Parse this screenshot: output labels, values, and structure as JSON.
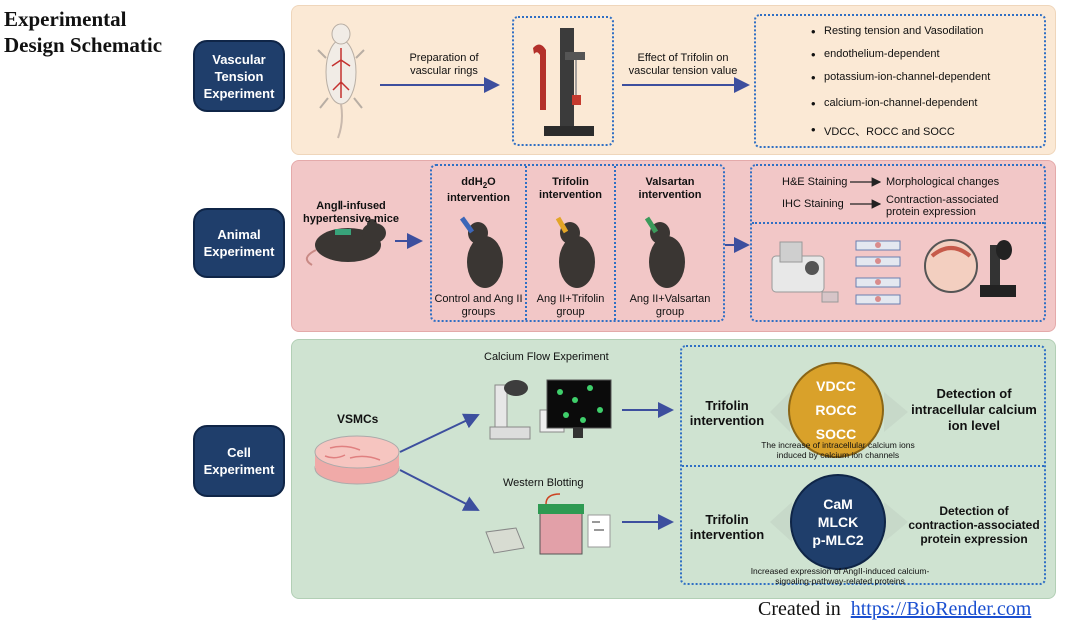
{
  "title": {
    "line1": "Experimental",
    "line2": "Design Schematic"
  },
  "vascular": {
    "label": "Vascular Tension Experiment",
    "step1": "Preparation of vascular rings",
    "step2": "Effect of Trifolin on vascular tension value",
    "items": [
      "Resting tension and Vasodilation",
      "endothelium-dependent",
      "potassium-ion-channel-dependent",
      "calcium-ion-channel-dependent",
      "VDCC、ROCC and SOCC"
    ]
  },
  "animal": {
    "label": "Animal Experiment",
    "model": "AngⅡ-infused hypertensive mice",
    "groups": [
      {
        "title_pre": "ddH",
        "title_sub": "2",
        "title_post": "O",
        "title2": "intervention",
        "caption": "Control and Ang II groups"
      },
      {
        "title_pre": "Trifolin",
        "title_sub": "",
        "title_post": "",
        "title2": "intervention",
        "caption": "Ang II+Trifolin group"
      },
      {
        "title_pre": "Valsartan",
        "title_sub": "",
        "title_post": "",
        "title2": "intervention",
        "caption": "Ang II+Valsartan group"
      }
    ],
    "stain1": "H&E Staining",
    "result1": "Morphological changes",
    "stain2": "IHC Staining",
    "result2": "Contraction-associated protein expression"
  },
  "cell": {
    "label": "Cell Experiment",
    "vsmc": "VSMCs",
    "calcium_flow": "Calcium Flow Experiment",
    "western": "Western Blotting",
    "top": {
      "intervention": "Trifolin intervention",
      "circle": [
        "VDCC",
        "ROCC",
        "SOCC"
      ],
      "detection": "Detection of intracellular calcium ion level",
      "note": "The increase of intracellular calcium ions induced by calcium ion channels"
    },
    "bottom": {
      "intervention": "Trifolin intervention",
      "circle": [
        "CaM",
        "MLCK",
        "p-MLC2"
      ],
      "detection": "Detection of contraction-associated protein expression",
      "note": "Increased expression of AngII-induced calcium-signaling-pathway-related proteins"
    }
  },
  "credit": {
    "prefix": "Created in",
    "link": "https://BioRender.com"
  },
  "colors": {
    "navy": "#1f3e6b",
    "dotted_blue": "#2f6fc4",
    "arrow": "#3d4f9e",
    "gold": "#d9a12a"
  }
}
